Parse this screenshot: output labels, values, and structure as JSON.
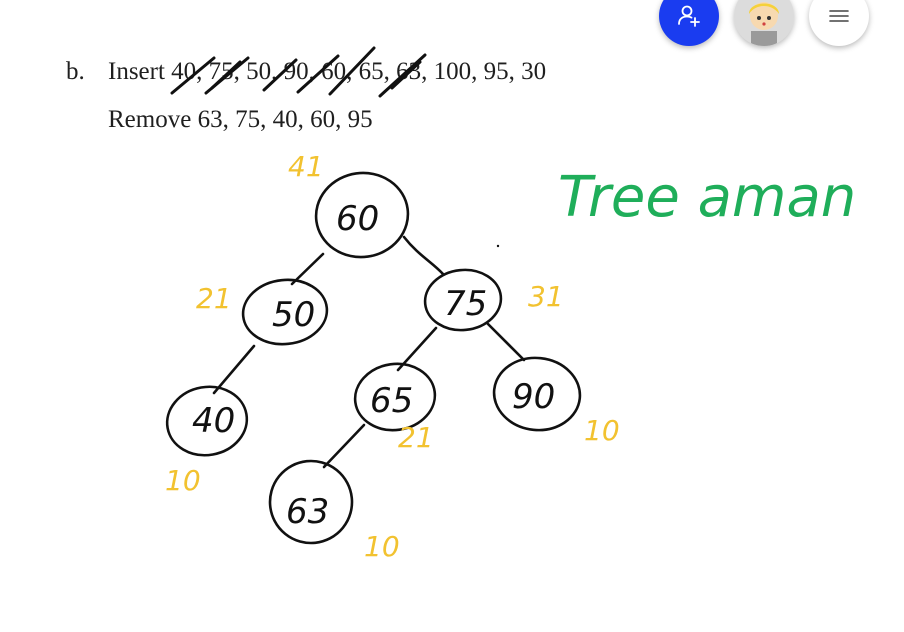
{
  "toolbar": {
    "add_user_icon": "person-plus-icon",
    "avatar_icon": "cartoon-avatar",
    "menu_icon": "hamburger-menu-icon",
    "accent": "#1a3cf0"
  },
  "problem": {
    "label": "b.",
    "insert_line": "Insert 40, 75, 50, 90, 60, 65, 63, 100, 95, 30",
    "remove_line": "Remove 63, 75, 40, 60, 95"
  },
  "handwriting": {
    "title": "Tree aman",
    "title_color": "#1fae5a",
    "annotation_color": "#f2c230",
    "nodes": [
      {
        "id": "n60",
        "value": "60",
        "annotation": "41"
      },
      {
        "id": "n50",
        "value": "50",
        "annotation": "21"
      },
      {
        "id": "n75",
        "value": "75",
        "annotation": "31"
      },
      {
        "id": "n40",
        "value": "40",
        "annotation": "10"
      },
      {
        "id": "n65",
        "value": "65",
        "annotation": "21"
      },
      {
        "id": "n90",
        "value": "90",
        "annotation": "10"
      },
      {
        "id": "n63",
        "value": "63",
        "annotation": "10"
      }
    ],
    "edges": [
      [
        "n60",
        "n50"
      ],
      [
        "n60",
        "n75"
      ],
      [
        "n50",
        "n40"
      ],
      [
        "n75",
        "n65"
      ],
      [
        "n75",
        "n90"
      ],
      [
        "n65",
        "n63"
      ]
    ]
  }
}
